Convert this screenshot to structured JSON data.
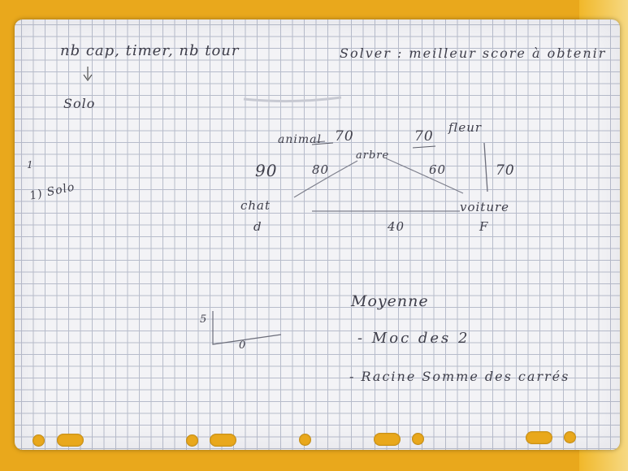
{
  "notes": {
    "top_left": "nb cap, timer, nb tour",
    "arrow": "↓",
    "solo_top": "Solo",
    "top_right": "Solver : meilleur score à obtenir",
    "side_mark": "1",
    "solo_item": "1) Solo"
  },
  "diagram": {
    "nodes": {
      "chat": "chat",
      "chat_letter": "d",
      "animal": "animal",
      "arbre": "arbre",
      "fleur": "fleur",
      "voiture": "voiture",
      "voiture_letter": "F"
    },
    "weights": {
      "chat_animal": "90",
      "animal_arbre": "80",
      "arbre_voiture": "60",
      "fleur_voiture": "70",
      "chat_voiture": "40",
      "animal_top": "70",
      "fleur_top": "70"
    }
  },
  "sketch": {
    "axis_y_label": "5",
    "axis_x_label": "0"
  },
  "moyenne": {
    "title": "Moyenne",
    "item1": "- Moc des 2",
    "item2": "- Racine Somme des carrés"
  }
}
